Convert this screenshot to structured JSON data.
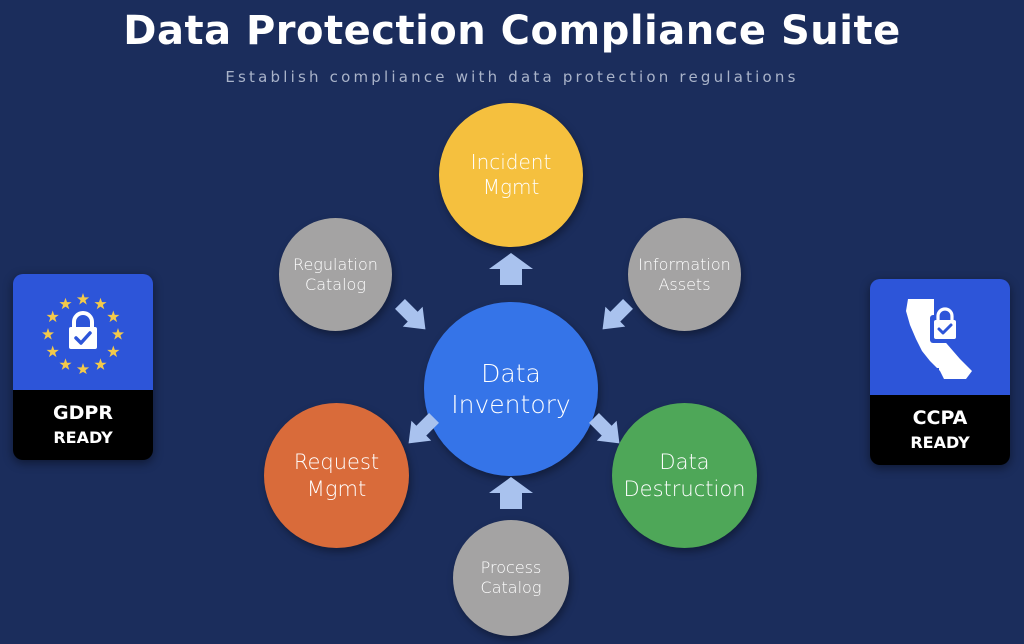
{
  "header": {
    "title": "Data Protection Compliance Suite",
    "subtitle": "Establish compliance with data protection regulations"
  },
  "center": {
    "line1": "Data",
    "line2": "Inventory",
    "color": "#3574e8"
  },
  "nodes": {
    "incident": {
      "line1": "Incident",
      "line2": "Mgmt",
      "color": "#f5c03e"
    },
    "regulation": {
      "line1": "Regulation",
      "line2": "Catalog",
      "color": "#a4a3a3"
    },
    "information": {
      "line1": "Information",
      "line2": "Assets",
      "color": "#a4a3a3"
    },
    "request": {
      "line1": "Request",
      "line2": "Mgmt",
      "color": "#d96b3a"
    },
    "destruction": {
      "line1": "Data",
      "line2": "Destruction",
      "color": "#4ea758"
    },
    "process": {
      "line1": "Process",
      "line2": "Catalog",
      "color": "#a4a3a3"
    }
  },
  "badges": {
    "gdpr": {
      "line1": "GDPR",
      "line2": "READY",
      "icon": "eu-stars-lock-icon"
    },
    "ccpa": {
      "line1": "CCPA",
      "line2": "READY",
      "icon": "california-lock-icon"
    }
  },
  "colors": {
    "background": "#1b2d5c",
    "arrow": "#a9c2ee",
    "badge_blue": "#2d55d9",
    "star": "#f3c94b"
  }
}
